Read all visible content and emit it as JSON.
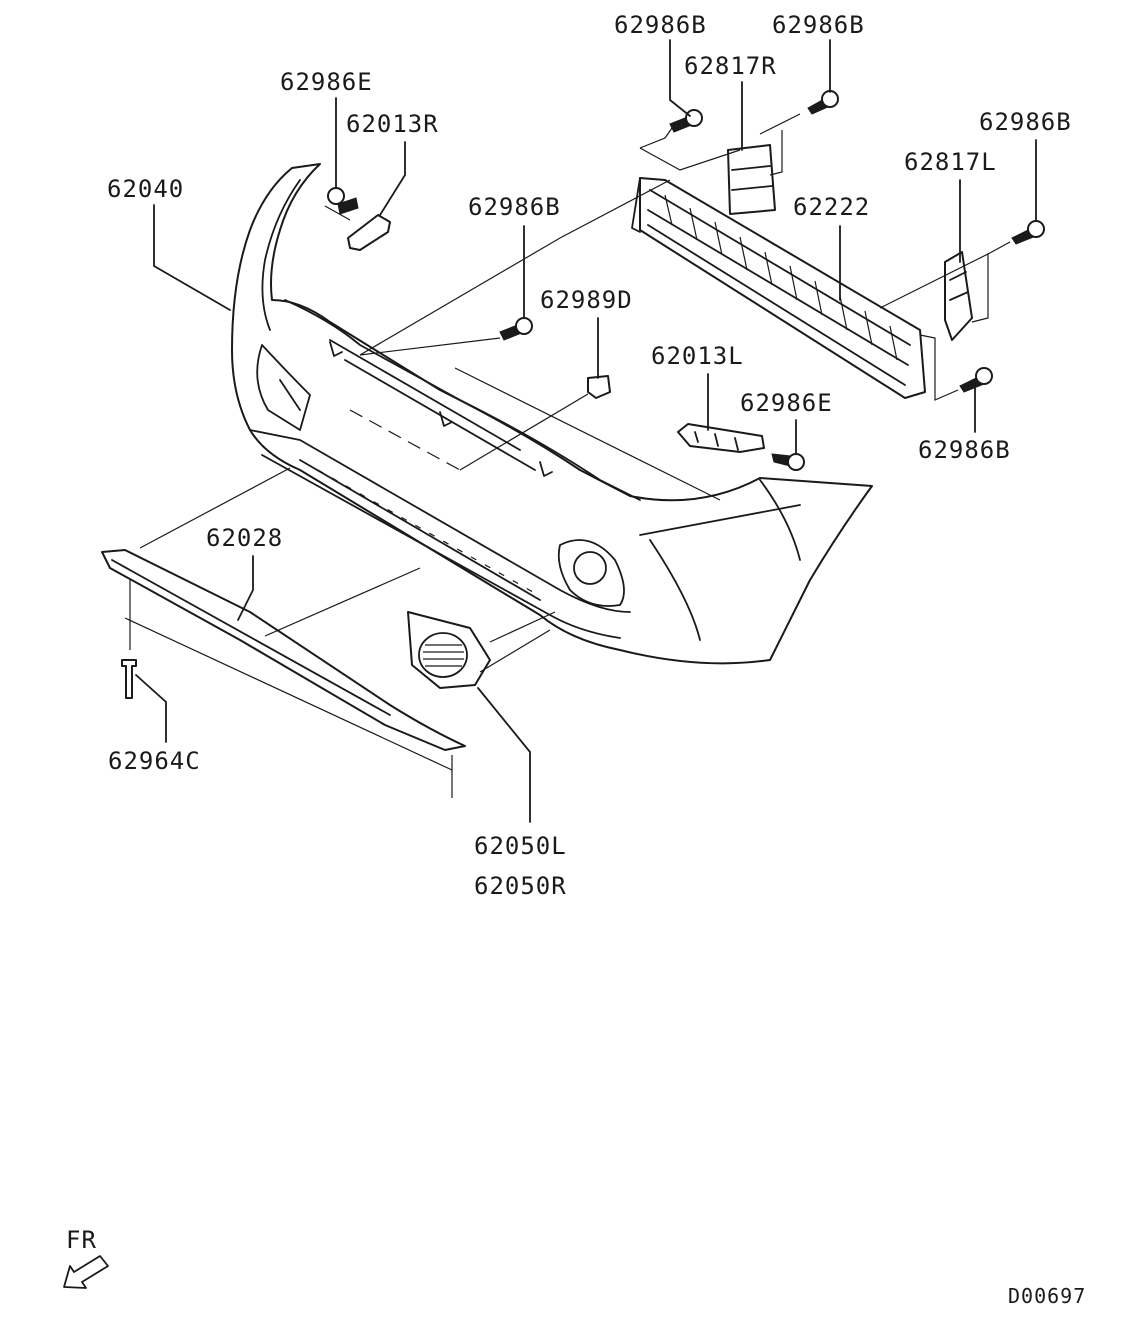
{
  "labels": {
    "p62986B_top_left": "62986B",
    "p62986B_top_right": "62986B",
    "p62817R": "62817R",
    "p62986E_top": "62986E",
    "p62013R": "62013R",
    "p62040": "62040",
    "p62986B_mid": "62986B",
    "p62222": "62222",
    "p62986B_right": "62986B",
    "p62817L": "62817L",
    "p62989D": "62989D",
    "p62013L": "62013L",
    "p62986E_mid": "62986E",
    "p62986B_lower_right": "62986B",
    "p62028": "62028",
    "p62964C": "62964C",
    "p62050L": "62050L",
    "p62050R": "62050R"
  },
  "direction": {
    "label": "FR",
    "icon": "front-direction-arrow-icon"
  },
  "diagram_id": "D00697",
  "colors": {
    "ink": "#1a1a1a",
    "background": "#ffffff"
  }
}
